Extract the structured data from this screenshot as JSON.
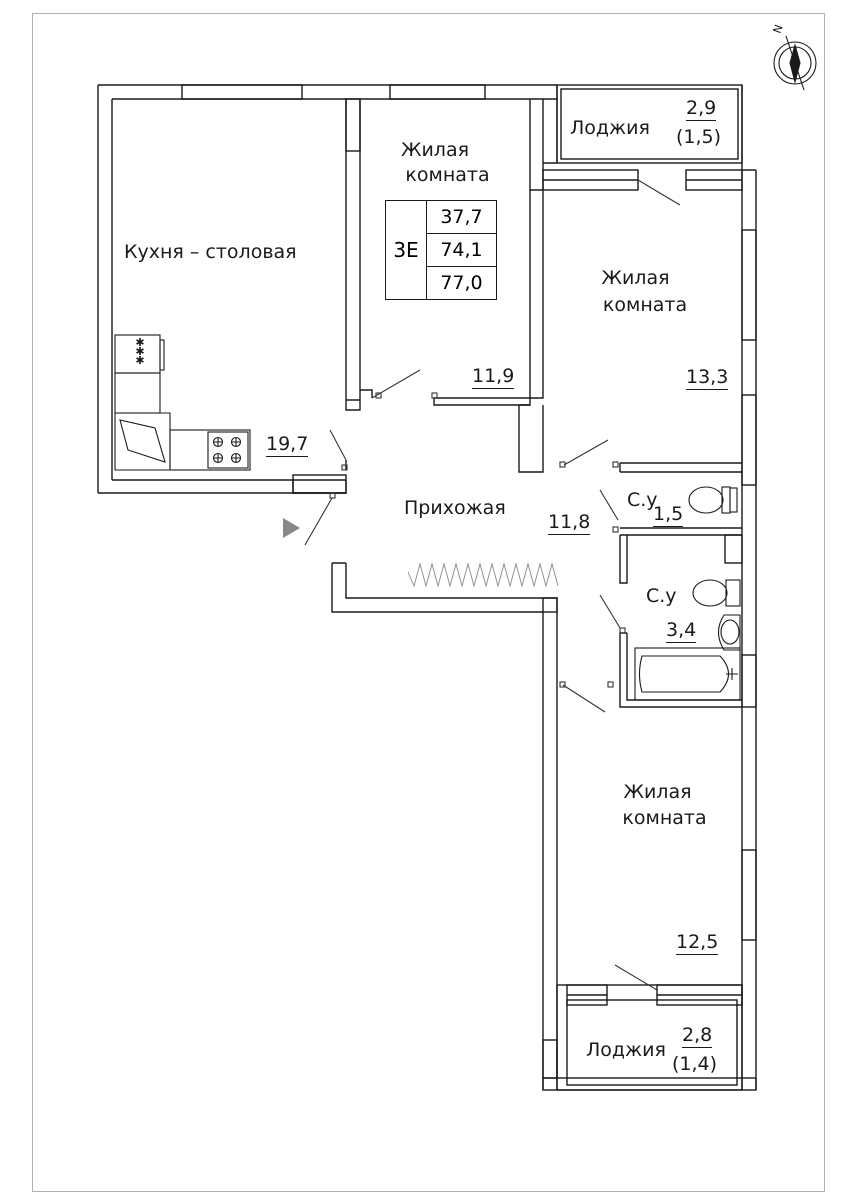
{
  "rooms": {
    "kitchen": {
      "name": "Кухня – столовая",
      "area": "19,7"
    },
    "living_top": {
      "name_line1": "Жилая",
      "name_line2": "комната",
      "area": "11,9"
    },
    "living_right": {
      "name_line1": "Жилая",
      "name_line2": "комната",
      "area": "13,3"
    },
    "living_bottom": {
      "name_line1": "Жилая",
      "name_line2": "комната",
      "area": "12,5"
    },
    "hallway": {
      "name": "Прихожая",
      "area": "11,8"
    },
    "wc_small": {
      "name": "С.у",
      "area": "1,5"
    },
    "wc_large": {
      "name": "С.у",
      "area": "3,4"
    },
    "loggia_top": {
      "name": "Лоджия",
      "area": "2,9",
      "reduced_area": "(1,5)"
    },
    "loggia_bottom": {
      "name": "Лоджия",
      "area": "2,8",
      "reduced_area": "(1,4)"
    }
  },
  "apartment_code": {
    "letter": "3Е",
    "living_area": "37,7",
    "total_area": "74,1",
    "total_with_loggias": "77,0"
  },
  "compass": {
    "label": "N"
  },
  "colors": {
    "wall": "#1a1a1a",
    "line": "#333333",
    "entry_arrow": "#888888",
    "paper": "#ffffff"
  }
}
